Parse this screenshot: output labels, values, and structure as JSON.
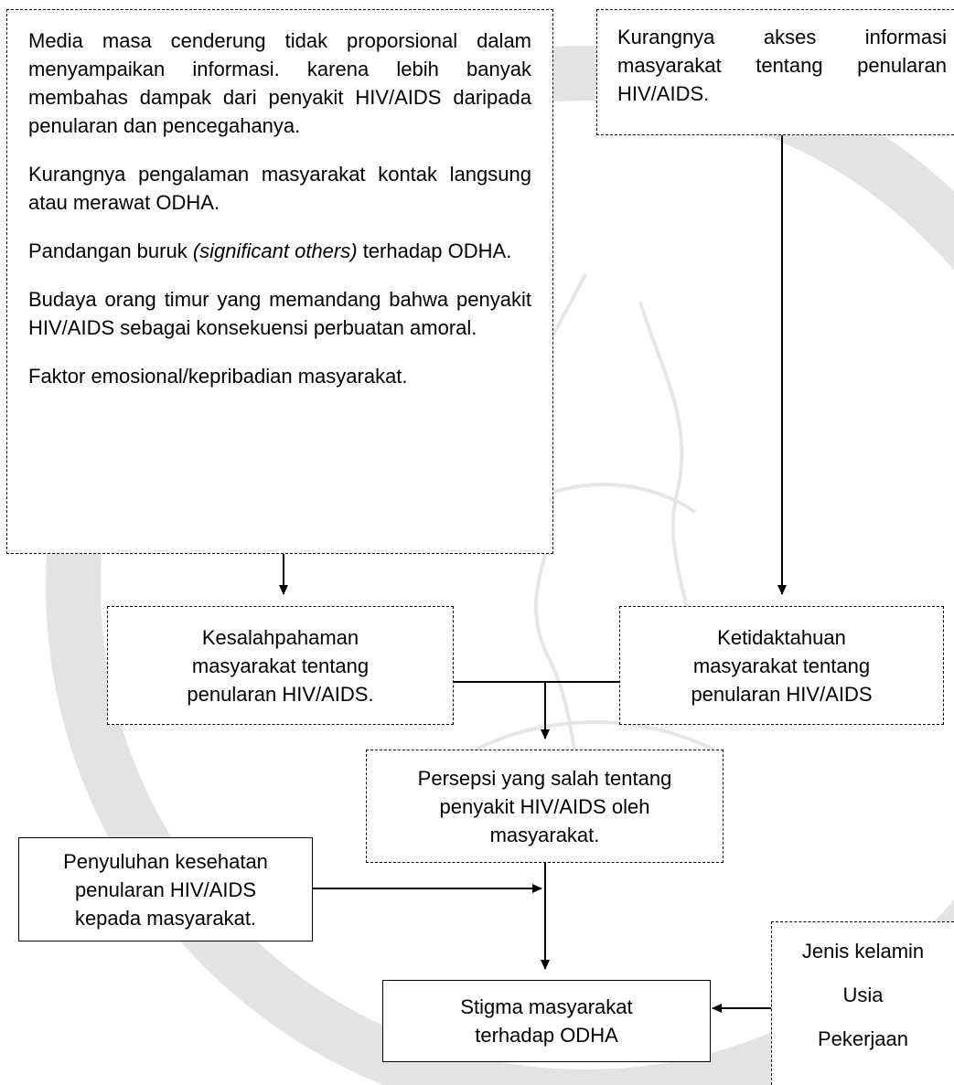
{
  "diagram": {
    "factors_box": {
      "items": [
        {
          "text": "Media masa cenderung tidak proporsional dalam menyampaikan informasi. karena lebih banyak membahas dampak dari penyakit HIV/AIDS daripada penularan dan pencegahanya."
        },
        {
          "text": "Kurangnya pengalaman masyarakat kontak langsung atau merawat ODHA."
        },
        {
          "text_before": "Pandangan buruk ",
          "text_italic": "(significant others)",
          "text_after": " terhadap ODHA."
        },
        {
          "text": "Budaya orang timur  yang memandang bahwa penyakit HIV/AIDS sebagai konsekuensi perbuatan amoral."
        },
        {
          "text": "Faktor emosional/kepribadian masyarakat."
        }
      ]
    },
    "access_box": {
      "text": "Kurangnya akses informasi masyarakat tentang penularan HIV/AIDS."
    },
    "misunderstanding_box": {
      "lines": [
        "Kesalahpahaman",
        "masyarakat tentang",
        "penularan HIV/AIDS."
      ]
    },
    "ignorance_box": {
      "lines": [
        "Ketidaktahuan",
        "masyarakat tentang",
        "penularan HIV/AIDS"
      ]
    },
    "perception_box": {
      "lines": [
        "Persepsi yang salah tentang",
        "penyakit HIV/AIDS oleh",
        "masyarakat."
      ]
    },
    "counseling_box": {
      "lines": [
        "Penyuluhan kesehatan",
        "penularan HIV/AIDS",
        "kepada masyarakat."
      ]
    },
    "stigma_box": {
      "lines": [
        "Stigma masyarakat",
        "terhadap ODHA"
      ]
    },
    "demographics_box": {
      "lines": [
        "Jenis kelamin",
        "Usia",
        "Pekerjaan"
      ]
    }
  },
  "colors": {
    "line": "#000000",
    "watermark": "#e2e2e2"
  }
}
